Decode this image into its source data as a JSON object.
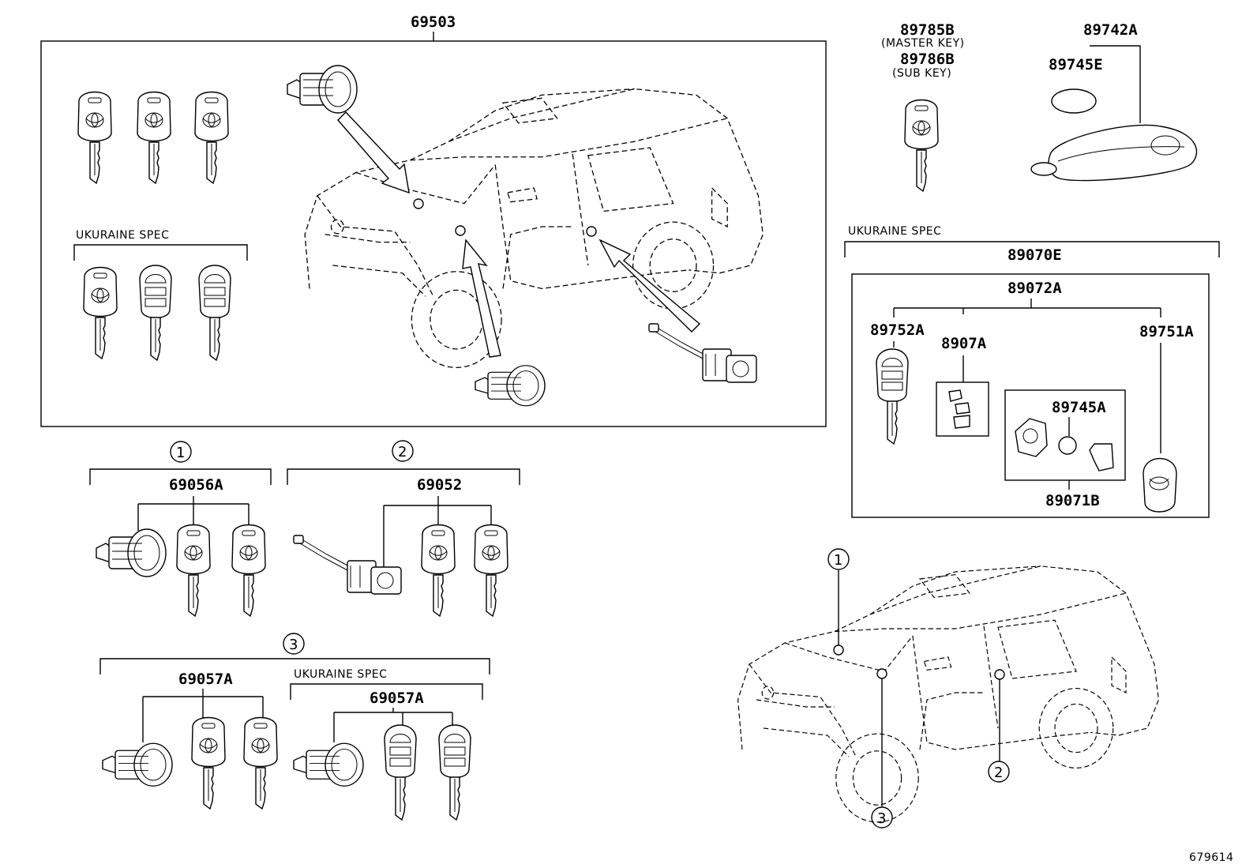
{
  "parts": {
    "p69503": "69503",
    "p89785B": "89785B",
    "master_key": "(MASTER KEY)",
    "p89786B": "89786B",
    "sub_key": "(SUB KEY)",
    "p89742A": "89742A",
    "p89745E": "89745E",
    "p89070E": "89070E",
    "p89072A": "89072A",
    "p89752A": "89752A",
    "p8907A": "8907A",
    "p89751A": "89751A",
    "p89745A": "89745A",
    "p89071B": "89071B",
    "p69056A": "69056A",
    "p69052": "69052",
    "p69057A_1": "69057A",
    "p69057A_2": "69057A"
  },
  "notes": {
    "ukraine_spec_1": "UKURAINE SPEC",
    "ukraine_spec_2": "UKURAINE SPEC",
    "ukraine_spec_3": "UKURAINE SPEC"
  },
  "callouts": {
    "c1": "1",
    "c2": "2",
    "c3": "3"
  },
  "diagram_id": "679614"
}
